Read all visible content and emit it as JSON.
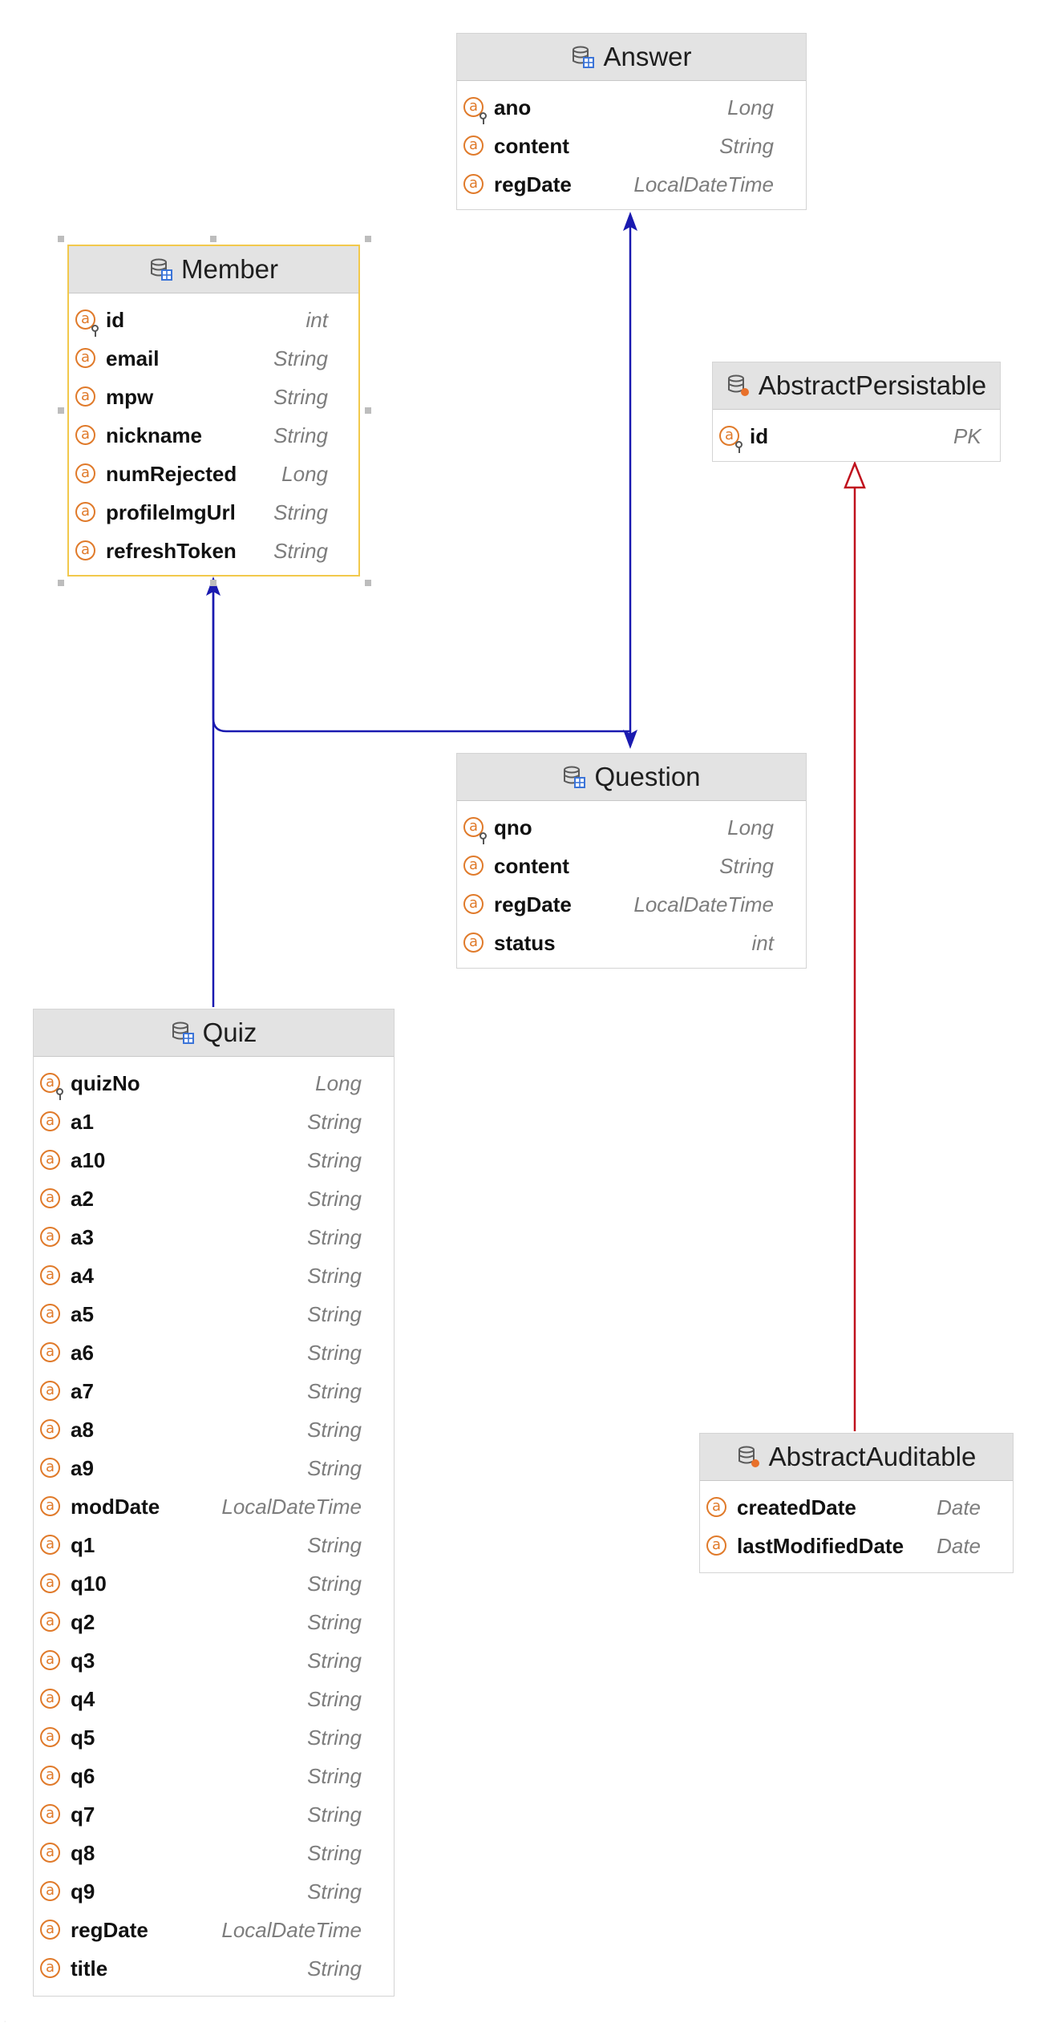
{
  "colors": {
    "association": "#1a1ab0",
    "inheritance": "#c0121e",
    "field_icon": "#e07a2a",
    "selection": "#f2c94c"
  },
  "icons": {
    "table": "table-icon",
    "abstract": "abstract-class-icon",
    "field": "field-icon",
    "key": "primary-key-icon"
  },
  "entities": {
    "answer": {
      "title": "Answer",
      "fields": [
        {
          "name": "ano",
          "type": "Long",
          "pk": true
        },
        {
          "name": "content",
          "type": "String"
        },
        {
          "name": "regDate",
          "type": "LocalDateTime"
        }
      ]
    },
    "member": {
      "title": "Member",
      "selected": true,
      "fields": [
        {
          "name": "id",
          "type": "int",
          "pk": true
        },
        {
          "name": "email",
          "type": "String"
        },
        {
          "name": "mpw",
          "type": "String"
        },
        {
          "name": "nickname",
          "type": "String"
        },
        {
          "name": "numRejected",
          "type": "Long"
        },
        {
          "name": "profileImgUrl",
          "type": "String"
        },
        {
          "name": "refreshToken",
          "type": "String"
        }
      ]
    },
    "abstract_persistable": {
      "title": "AbstractPersistable",
      "fields": [
        {
          "name": "id",
          "type": "PK",
          "pk": true
        }
      ]
    },
    "question": {
      "title": "Question",
      "fields": [
        {
          "name": "qno",
          "type": "Long",
          "pk": true
        },
        {
          "name": "content",
          "type": "String"
        },
        {
          "name": "regDate",
          "type": "LocalDateTime"
        },
        {
          "name": "status",
          "type": "int"
        }
      ]
    },
    "quiz": {
      "title": "Quiz",
      "fields": [
        {
          "name": "quizNo",
          "type": "Long",
          "pk": true
        },
        {
          "name": "a1",
          "type": "String"
        },
        {
          "name": "a10",
          "type": "String"
        },
        {
          "name": "a2",
          "type": "String"
        },
        {
          "name": "a3",
          "type": "String"
        },
        {
          "name": "a4",
          "type": "String"
        },
        {
          "name": "a5",
          "type": "String"
        },
        {
          "name": "a6",
          "type": "String"
        },
        {
          "name": "a7",
          "type": "String"
        },
        {
          "name": "a8",
          "type": "String"
        },
        {
          "name": "a9",
          "type": "String"
        },
        {
          "name": "modDate",
          "type": "LocalDateTime"
        },
        {
          "name": "q1",
          "type": "String"
        },
        {
          "name": "q10",
          "type": "String"
        },
        {
          "name": "q2",
          "type": "String"
        },
        {
          "name": "q3",
          "type": "String"
        },
        {
          "name": "q4",
          "type": "String"
        },
        {
          "name": "q5",
          "type": "String"
        },
        {
          "name": "q6",
          "type": "String"
        },
        {
          "name": "q7",
          "type": "String"
        },
        {
          "name": "q8",
          "type": "String"
        },
        {
          "name": "q9",
          "type": "String"
        },
        {
          "name": "regDate",
          "type": "LocalDateTime"
        },
        {
          "name": "title",
          "type": "String"
        }
      ]
    },
    "abstract_auditable": {
      "title": "AbstractAuditable",
      "fields": [
        {
          "name": "createdDate",
          "type": "Date"
        },
        {
          "name": "lastModifiedDate",
          "type": "Date"
        }
      ]
    }
  },
  "relations": [
    {
      "from": "question",
      "to": "answer",
      "kind": "association"
    },
    {
      "from": "question",
      "to": "member",
      "kind": "association"
    },
    {
      "from": "quiz",
      "to": "member",
      "kind": "association"
    },
    {
      "from": "abstract_auditable",
      "to": "abstract_persistable",
      "kind": "inheritance"
    }
  ]
}
